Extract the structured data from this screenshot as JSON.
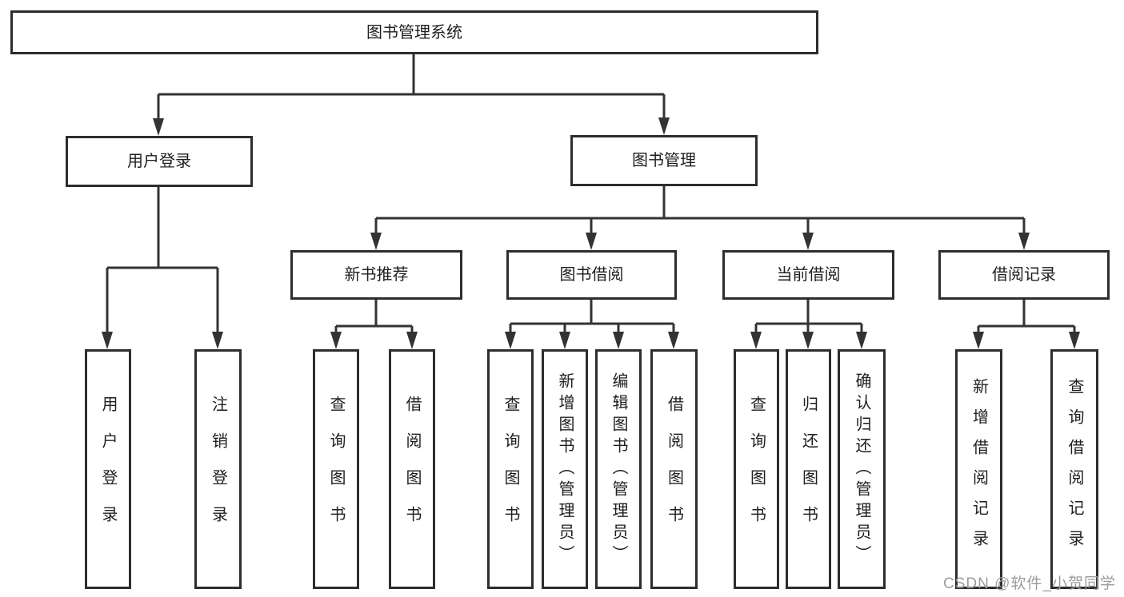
{
  "diagram": {
    "root": {
      "label": "图书管理系统"
    },
    "user_login": {
      "label": "用户登录",
      "children": [
        {
          "label": "用户登录"
        },
        {
          "label": "注销登录"
        }
      ]
    },
    "book_management": {
      "label": "图书管理",
      "children": {
        "new_book_recommendation": {
          "label": "新书推荐",
          "children": [
            {
              "label": "查询图书"
            },
            {
              "label": "借阅图书"
            }
          ]
        },
        "book_borrowing": {
          "label": "图书借阅",
          "children": [
            {
              "label": "查询图书"
            },
            {
              "label": "新增图书（管理员）"
            },
            {
              "label": "编辑图书（管理员）"
            },
            {
              "label": "借阅图书"
            }
          ]
        },
        "current_borrowing": {
          "label": "当前借阅",
          "children": [
            {
              "label": "查询图书"
            },
            {
              "label": "归还图书"
            },
            {
              "label": "确认归还（管理员）"
            }
          ]
        },
        "borrowing_records": {
          "label": "借阅记录",
          "children": [
            {
              "label": "新增借阅记录"
            },
            {
              "label": "查询借阅记录"
            }
          ]
        }
      }
    }
  },
  "watermark": {
    "text": "CSDN @软件_小贺同学"
  },
  "colors": {
    "line": "#333333",
    "box_border": "#2d2d2d",
    "text": "#1f1f1f",
    "watermark": "#9c9c9c",
    "background": "#ffffff"
  }
}
